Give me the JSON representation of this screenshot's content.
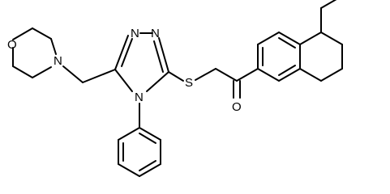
{
  "atoms": {
    "O_morpholine": "O",
    "N_morpholine": "N",
    "N_triazole_1": "N",
    "N_triazole_2": "N",
    "N_triazole_4": "N",
    "S_thioether": "S",
    "O_carbonyl": "O"
  }
}
